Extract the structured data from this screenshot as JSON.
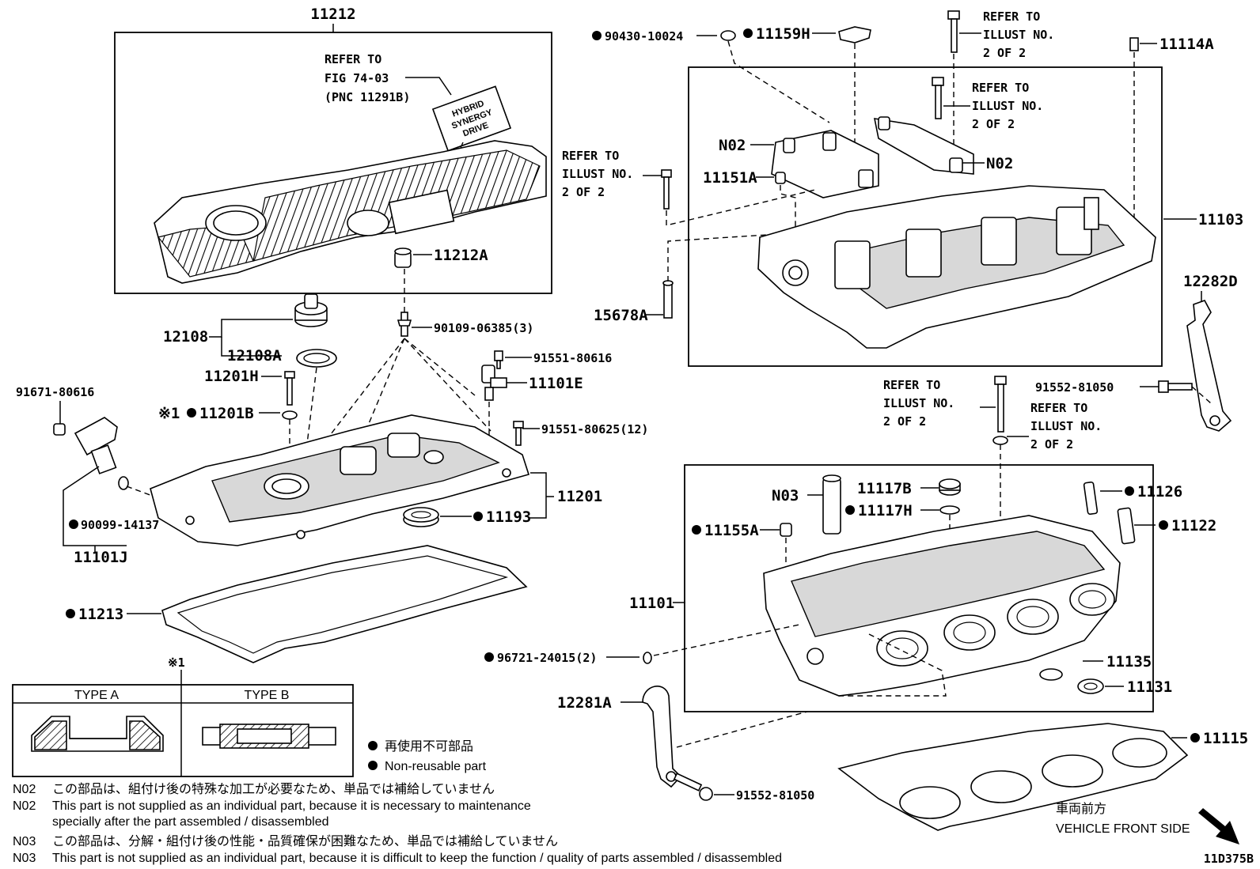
{
  "figure_code": "11D375B",
  "callouts": {
    "c11212": "11212",
    "c11212A": "11212A",
    "c90109": "90109-06385(3)",
    "c12108": "12108",
    "c12108A": "12108A",
    "c11201H": "11201H",
    "c11201B": "11201B",
    "c11201B_mark": "※1",
    "c91671": "91671-80616",
    "c91551a": "91551-80616",
    "c11101E": "11101E",
    "c91551b": "91551-80625(12)",
    "c11201": "11201",
    "c11193": "11193",
    "c90099": "90099-14137",
    "c11101J": "11101J",
    "c11213": "11213",
    "c90430": "90430-10024",
    "c11159H": "11159H",
    "c11114A": "11114A",
    "c N02a": "N02",
    "cN02a": "N02",
    "cN02b": "N02",
    "c11151A": "11151A",
    "c11103": "11103",
    "c15678A": "15678A",
    "c12282D": "12282D",
    "c91552a": "91552-81050",
    "cN03": "N03",
    "c11117B": "11117B",
    "c11117H": "11117H",
    "c11126": "11126",
    "c11122": "11122",
    "c11155A": "11155A",
    "c11101": "11101",
    "c96721": "96721-24015(2)",
    "c11135": "11135",
    "c11131": "11131",
    "c12281A": "12281A",
    "c91552b": "91552-81050",
    "c11115": "11115"
  },
  "refer_fig": [
    "REFER TO",
    "FIG 74-03",
    "(PNC 11291B)"
  ],
  "refer_illust": [
    "REFER TO",
    "ILLUST NO.",
    "2 OF 2"
  ],
  "cover_badge": [
    "HYBRID",
    "SYNERGY",
    "DRIVE"
  ],
  "type_table": {
    "mark": "※1",
    "type_a": "TYPE A",
    "type_b": "TYPE B"
  },
  "legend": {
    "jp": "再使用不可部品",
    "en": "Non-reusable part"
  },
  "vehicle_front": {
    "jp": "車両前方",
    "en": "VEHICLE FRONT SIDE"
  },
  "notes": [
    {
      "code": "N02",
      "text": "この部品は、組付け後の特殊な加工が必要なため、単品では補給していません"
    },
    {
      "code": "N02",
      "text": "This part is not supplied as an individual part, because it is necessary to maintenance"
    },
    {
      "code": "",
      "text": "specially after the part assembled / disassembled"
    },
    {
      "code": "N03",
      "text": "この部品は、分解・組付け後の性能・品質確保が困難なため、単品では補給していません"
    },
    {
      "code": "N03",
      "text": "This part is not supplied as an individual part, because it is difficult to keep the function / quality of parts  assembled / disassembled"
    }
  ]
}
